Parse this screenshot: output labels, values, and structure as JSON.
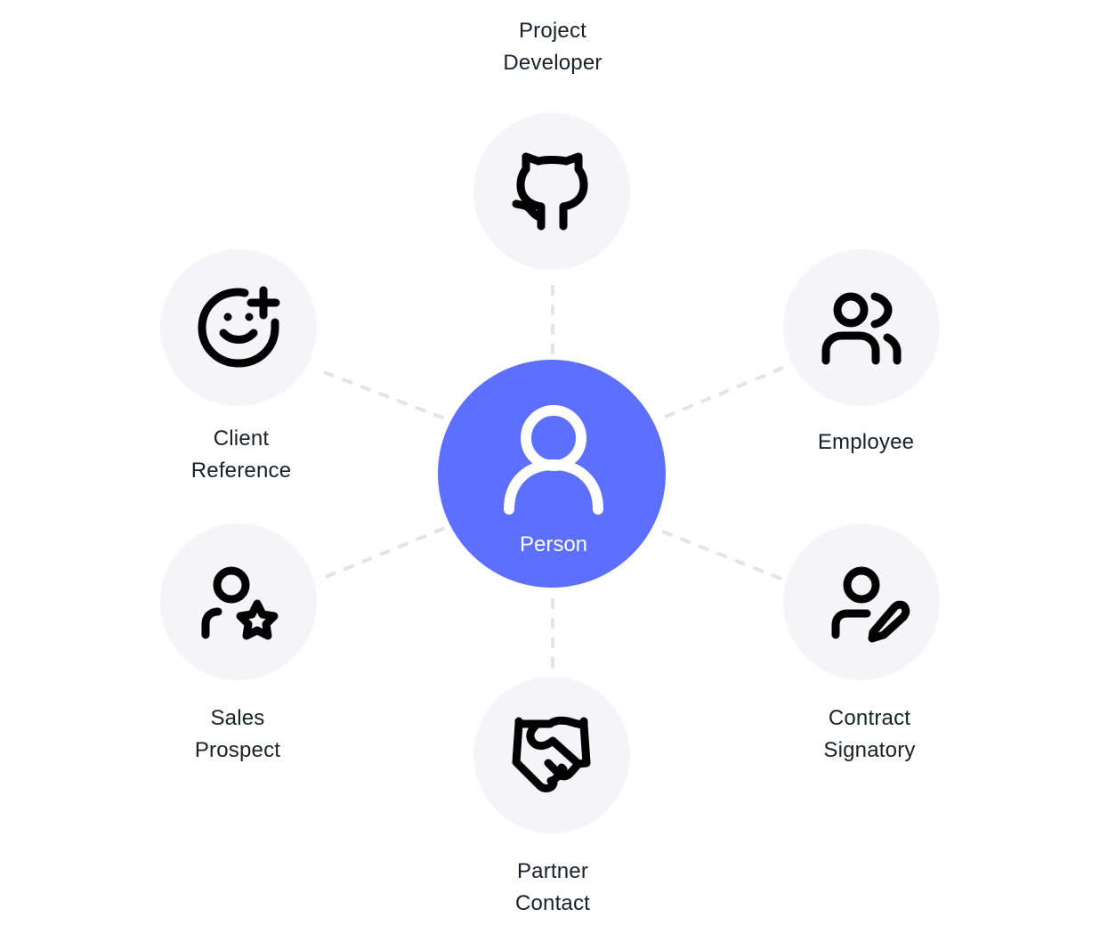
{
  "diagram": {
    "type": "hub-and-spoke",
    "center": {
      "label": "Person",
      "icon": "user-icon",
      "color": "#5C6FFF",
      "icon_color": "#FFFFFF"
    },
    "node_fill": "#F5F5F7",
    "icon_color": "#000000",
    "connector_color": "#E4E4E6",
    "connector_style": "dashed",
    "nodes": [
      {
        "id": "project-developer",
        "label_lines": [
          "Project",
          "Developer"
        ],
        "icon": "github-icon",
        "position": "top"
      },
      {
        "id": "client-reference",
        "label_lines": [
          "Client",
          "Reference"
        ],
        "icon": "smiley-plus-icon",
        "position": "upper-left"
      },
      {
        "id": "employee",
        "label_lines": [
          "Employee"
        ],
        "icon": "users-icon",
        "position": "upper-right"
      },
      {
        "id": "sales-prospect",
        "label_lines": [
          "Sales",
          "Prospect"
        ],
        "icon": "user-star-icon",
        "position": "lower-left"
      },
      {
        "id": "contract-signatory",
        "label_lines": [
          "Contract",
          "Signatory"
        ],
        "icon": "user-pen-icon",
        "position": "lower-right"
      },
      {
        "id": "partner-contact",
        "label_lines": [
          "Partner",
          "Contact"
        ],
        "icon": "handshake-icon",
        "position": "bottom"
      }
    ]
  }
}
